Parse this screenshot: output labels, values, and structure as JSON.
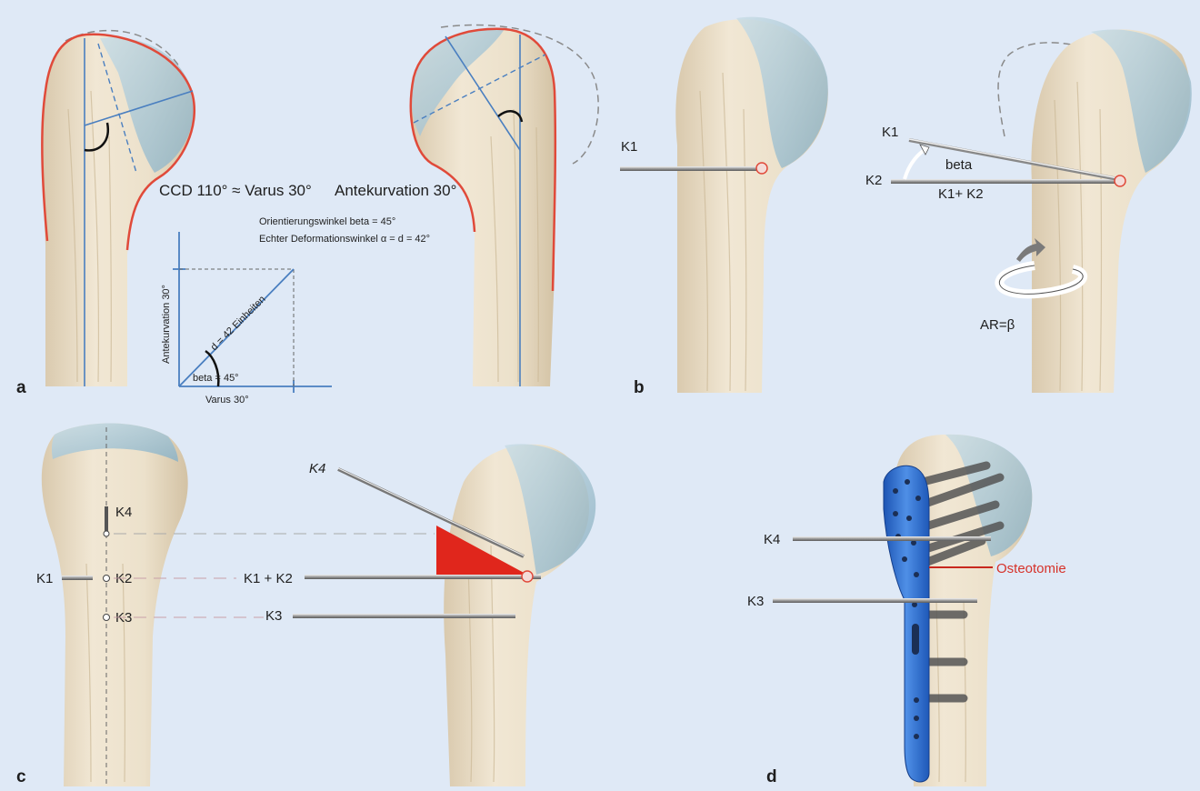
{
  "panels": {
    "a": {
      "letter": "a",
      "ccd": "CCD 110° ≈ Varus 30°",
      "antekurvation_caption": "Antekurvation 30°",
      "orientation_line": "Orientierungswinkel beta = 45°",
      "deformation_line": "Echter Deformationswinkel α = d = 42°",
      "axis_y": "Antekurvation 30°",
      "axis_x": "Varus 30°",
      "diagonal": "d = 42 Einheiten",
      "beta_angle": "beta = 45°"
    },
    "b": {
      "letter": "b",
      "k1": "K1",
      "k1_right": "K1",
      "k2": "K2",
      "beta": "beta",
      "k1k2": "K1+ K2",
      "ar": "AR=β"
    },
    "c": {
      "letter": "c",
      "k4_left": "K4",
      "k1_left": "K1",
      "k2_left": "K2",
      "k3_left": "K3",
      "k4_right": "K4",
      "k1k2_right": "K1 + K2",
      "k3_right": "K3"
    },
    "d": {
      "letter": "d",
      "k4": "K4",
      "k3": "K3",
      "osteotomie": "Osteotomie"
    }
  },
  "colors": {
    "background": "#dfe9f6",
    "bone": "#ede3cf",
    "cartilage": "#a9c8d6",
    "axis_blue": "#4a7fc0",
    "outline_red": "#e04a3a",
    "wedge_red": "#e0261c",
    "plate_blue": "#2f6fd0"
  }
}
